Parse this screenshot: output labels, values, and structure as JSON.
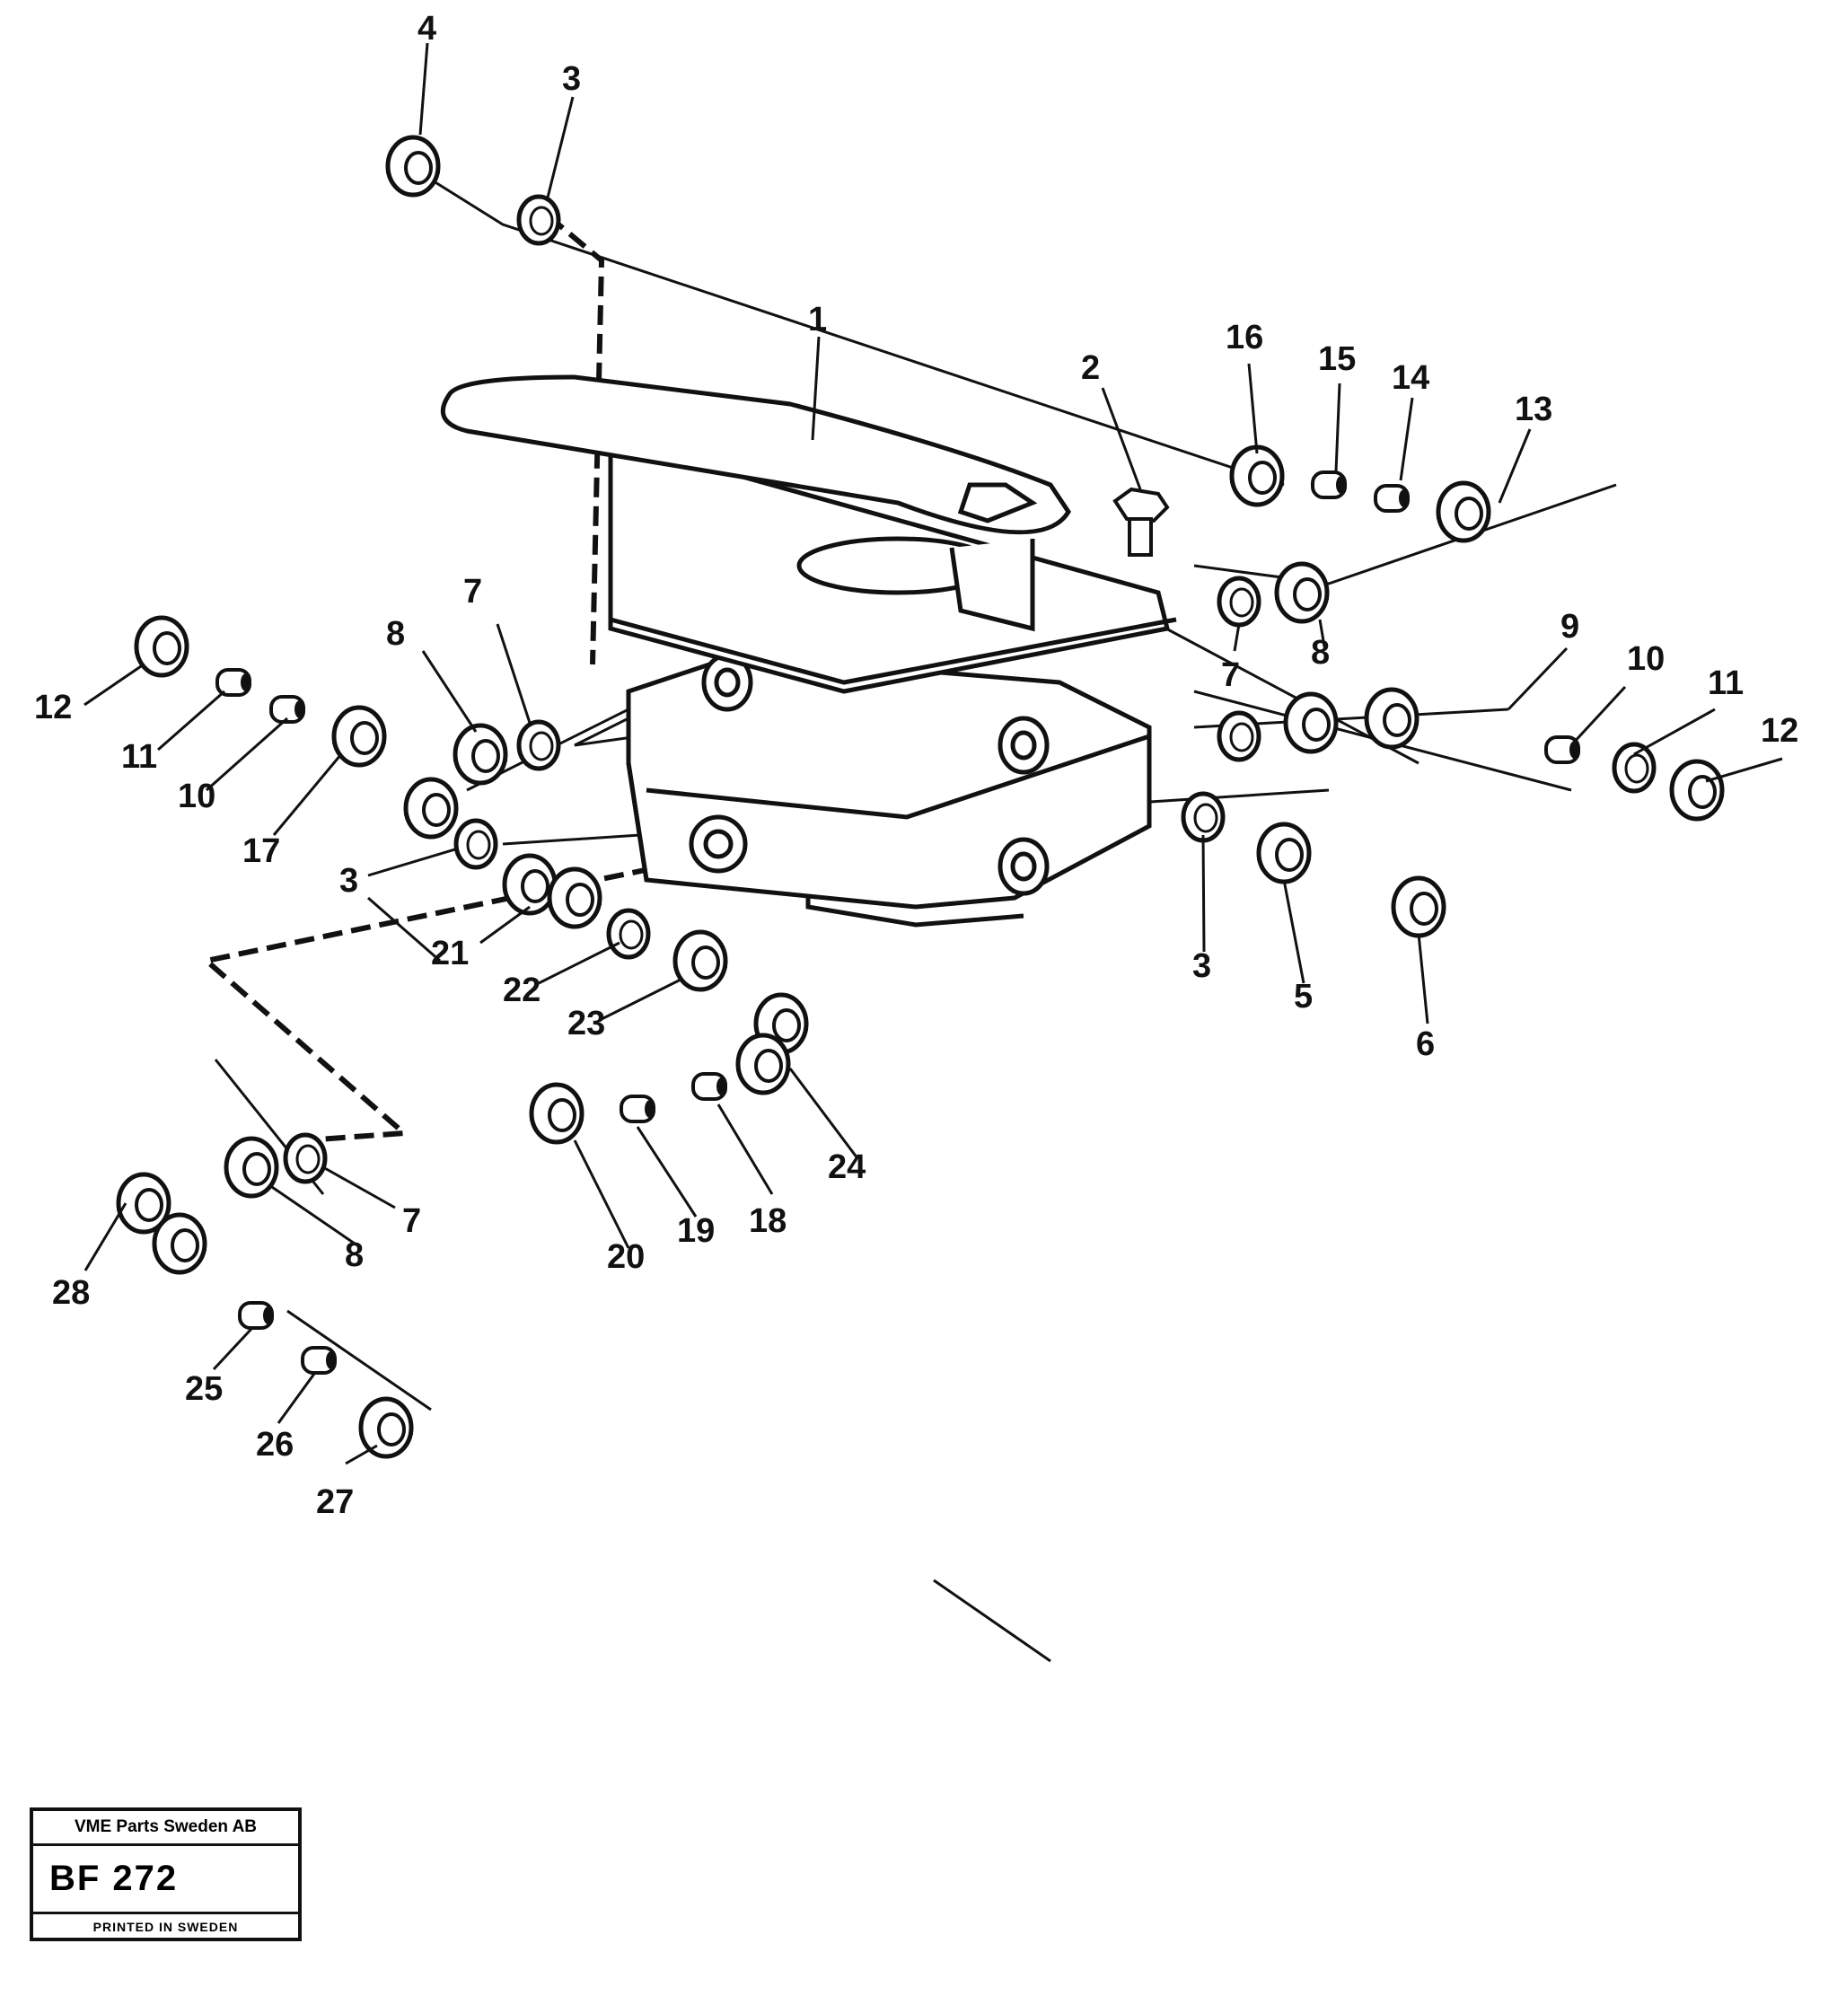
{
  "callouts": [
    {
      "id": "c1",
      "text": "1"
    },
    {
      "id": "c2",
      "text": "2"
    },
    {
      "id": "c3a",
      "text": "3"
    },
    {
      "id": "c4",
      "text": "4"
    },
    {
      "id": "c16",
      "text": "16"
    },
    {
      "id": "c15",
      "text": "15"
    },
    {
      "id": "c14",
      "text": "14"
    },
    {
      "id": "c13",
      "text": "13"
    },
    {
      "id": "c7a",
      "text": "7"
    },
    {
      "id": "c8a",
      "text": "8"
    },
    {
      "id": "c7b",
      "text": "7"
    },
    {
      "id": "c8b",
      "text": "8"
    },
    {
      "id": "c9",
      "text": "9"
    },
    {
      "id": "c10a",
      "text": "10"
    },
    {
      "id": "c11a",
      "text": "11"
    },
    {
      "id": "c12a",
      "text": "12"
    },
    {
      "id": "c12b",
      "text": "12"
    },
    {
      "id": "c11b",
      "text": "11"
    },
    {
      "id": "c10b",
      "text": "10"
    },
    {
      "id": "c17",
      "text": "17"
    },
    {
      "id": "c3b",
      "text": "3"
    },
    {
      "id": "c21",
      "text": "21"
    },
    {
      "id": "c22",
      "text": "22"
    },
    {
      "id": "c23",
      "text": "23"
    },
    {
      "id": "c3c",
      "text": "3"
    },
    {
      "id": "c5",
      "text": "5"
    },
    {
      "id": "c6",
      "text": "6"
    },
    {
      "id": "c24",
      "text": "24"
    },
    {
      "id": "c18",
      "text": "18"
    },
    {
      "id": "c19",
      "text": "19"
    },
    {
      "id": "c20",
      "text": "20"
    },
    {
      "id": "c7c",
      "text": "7"
    },
    {
      "id": "c8c",
      "text": "8"
    },
    {
      "id": "c28",
      "text": "28"
    },
    {
      "id": "c25",
      "text": "25"
    },
    {
      "id": "c26",
      "text": "26"
    },
    {
      "id": "c27",
      "text": "27"
    }
  ],
  "stamp": {
    "company": "VME Parts Sweden AB",
    "code": "BF 272",
    "printed": "PRINTED IN SWEDEN"
  }
}
